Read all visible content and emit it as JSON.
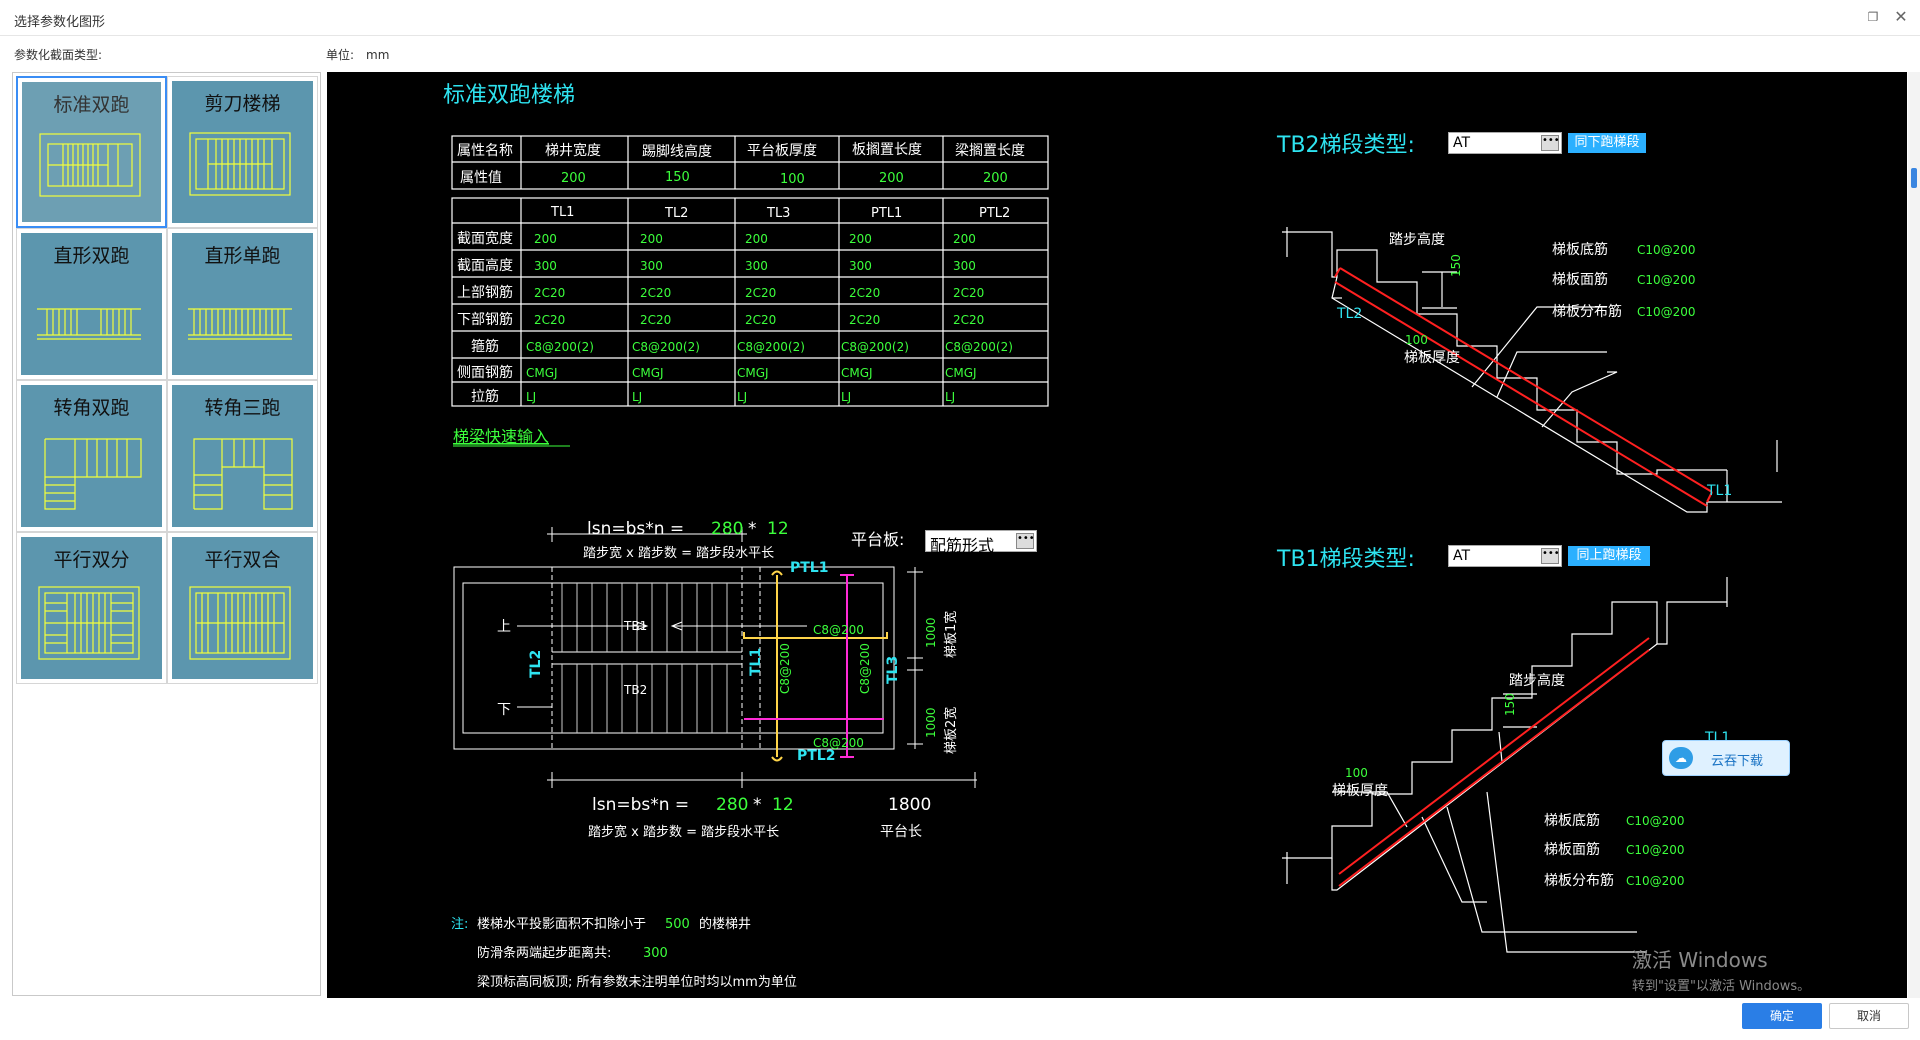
{
  "window": {
    "title": "选择参数化图形"
  },
  "labels": {
    "section_type": "参数化截面类型:",
    "unit_label": "单位:",
    "unit_value": "mm"
  },
  "tiles": [
    {
      "label": "标准双跑"
    },
    {
      "label": "剪刀楼梯"
    },
    {
      "label": "直形双跑"
    },
    {
      "label": "直形单跑"
    },
    {
      "label": "转角双跑"
    },
    {
      "label": "转角三跑"
    },
    {
      "label": "平行双分"
    },
    {
      "label": "平行双合"
    }
  ],
  "drawing": {
    "title": "标准双跑楼梯",
    "props_table": {
      "headers": [
        "属性名称",
        "梯井宽度",
        "踢脚线高度",
        "平台板厚度",
        "板搁置长度",
        "梁搁置长度"
      ],
      "row_label": "属性值",
      "values": [
        "200",
        "150",
        "100",
        "200",
        "200"
      ]
    },
    "beam_table": {
      "columns": [
        "TL1",
        "TL2",
        "TL3",
        "PTL1",
        "PTL2"
      ],
      "rows": [
        {
          "label": "截面宽度",
          "values": [
            "200",
            "200",
            "200",
            "200",
            "200"
          ]
        },
        {
          "label": "截面高度",
          "values": [
            "300",
            "300",
            "300",
            "300",
            "300"
          ]
        },
        {
          "label": "上部钢筋",
          "values": [
            "2C20",
            "2C20",
            "2C20",
            "2C20",
            "2C20"
          ]
        },
        {
          "label": "下部钢筋",
          "values": [
            "2C20",
            "2C20",
            "2C20",
            "2C20",
            "2C20"
          ]
        },
        {
          "label": "箍筋",
          "values": [
            "C8@200(2)",
            "C8@200(2)",
            "C8@200(2)",
            "C8@200(2)",
            "C8@200(2)"
          ]
        },
        {
          "label": "侧面钢筋",
          "values": [
            "CMGJ",
            "CMGJ",
            "CMGJ",
            "CMGJ",
            "CMGJ"
          ]
        },
        {
          "label": "拉筋",
          "values": [
            "LJ",
            "LJ",
            "LJ",
            "LJ",
            "LJ"
          ]
        }
      ]
    },
    "quick_input_link": "梯梁快速输入",
    "plan": {
      "formula_top_prefix": "lsn=bs*n =",
      "formula_top_a": "280",
      "formula_top_op": "*",
      "formula_top_b": "12",
      "formula_caption": "踏步宽 x 踏步数 = 踏步段水平长",
      "formula_bottom_prefix": "lsn=bs*n =",
      "formula_bottom_a": "280",
      "formula_bottom_op": "*",
      "formula_bottom_b": "12",
      "platform_length": "1800",
      "platform_length_caption": "平台长",
      "platform_label": "平台板:",
      "platform_select": "配筋形式",
      "up_label": "上",
      "down_label": "下",
      "tb1": "TB1",
      "tb2": "TB2",
      "tl2": "TL2",
      "tl1": "TL1",
      "tl3": "TL3",
      "ptl1": "PTL1",
      "ptl2": "PTL2",
      "rebar_a": "C8@200",
      "rebar_b": "C8@200",
      "rebar_c": "C8@200",
      "rebar_d": "C8@200",
      "width1_value": "1000",
      "width1_label": "梯板1宽",
      "width2_value": "1000",
      "width2_label": "梯板2宽"
    },
    "notes": {
      "prefix": "注:",
      "line1_a": "楼梯水平投影面积不扣除小于",
      "line1_value": "500",
      "line1_b": "的楼梯井",
      "line2_a": "防滑条两端起步距离共:",
      "line2_value": "300",
      "line3": "梁顶标高同板顶; 所有参数未注明单位时均以mm为单位"
    },
    "tb2": {
      "label": "TB2梯段类型:",
      "select_value": "AT",
      "button": "同下跑梯段",
      "step_height_label": "踏步高度",
      "step_height_value": "150",
      "thickness_value": "100",
      "thickness_label": "梯板厚度",
      "tl_top": "TL2",
      "tl_bottom": "TL1",
      "rebars": [
        {
          "label": "梯板底筋",
          "value": "C10@200"
        },
        {
          "label": "梯板面筋",
          "value": "C10@200"
        },
        {
          "label": "梯板分布筋",
          "value": "C10@200"
        }
      ]
    },
    "tb1": {
      "label": "TB1梯段类型:",
      "select_value": "AT",
      "button": "同上跑梯段",
      "step_height_label": "踏步高度",
      "step_height_value": "150",
      "thickness_value": "100",
      "thickness_label": "梯板厚度",
      "tl_top": "TL1",
      "rebars": [
        {
          "label": "梯板底筋",
          "value": "C10@200"
        },
        {
          "label": "梯板面筋",
          "value": "C10@200"
        },
        {
          "label": "梯板分布筋",
          "value": "C10@200"
        }
      ]
    }
  },
  "cloud_badge": "云吞下载",
  "watermark": {
    "line1": "激活 Windows",
    "line2": "转到\"设置\"以激活 Windows。"
  },
  "buttons": {
    "ok": "确定",
    "cancel": "取消"
  }
}
